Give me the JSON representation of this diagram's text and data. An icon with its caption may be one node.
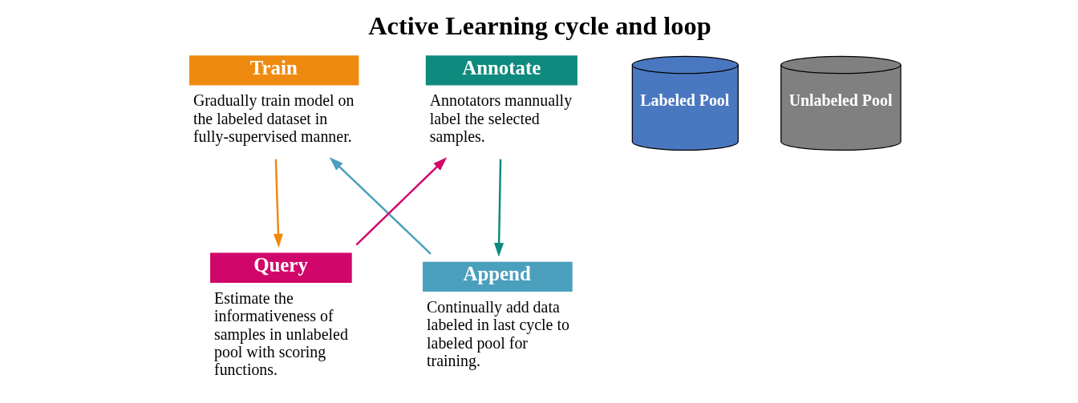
{
  "diagram": {
    "title": "Active Learning cycle and loop",
    "nodes": [
      {
        "text": [
          "Train",
          "Gradually train model on the labeled dataset in fully-supervised manner."
        ]
      },
      {
        "text": [
          "Annotate",
          "Annotators mannually label the selected samples."
        ]
      },
      {
        "text": [
          "Append",
          "Continually add data labeled in last cycle to labeled pool for training."
        ]
      },
      {
        "text": [
          "Query",
          "Estimate the informativeness of samples in unlabeled pool with scoring functions."
        ]
      },
      {
        "text": [
          "Labeled Pool"
        ]
      },
      {
        "text": [
          "Unlabeled Pool"
        ]
      }
    ],
    "edges": [
      {
        "from": 0,
        "to": 3,
        "arrow": "to",
        "color": "#ef8a10"
      },
      {
        "from": 3,
        "to": 1,
        "arrow": "to",
        "color": "#d1066b"
      },
      {
        "from": 1,
        "to": 2,
        "arrow": "to",
        "color": "#0f8a7e"
      },
      {
        "from": 2,
        "to": 0,
        "arrow": "to",
        "color": "#4a9fbd"
      }
    ]
  }
}
